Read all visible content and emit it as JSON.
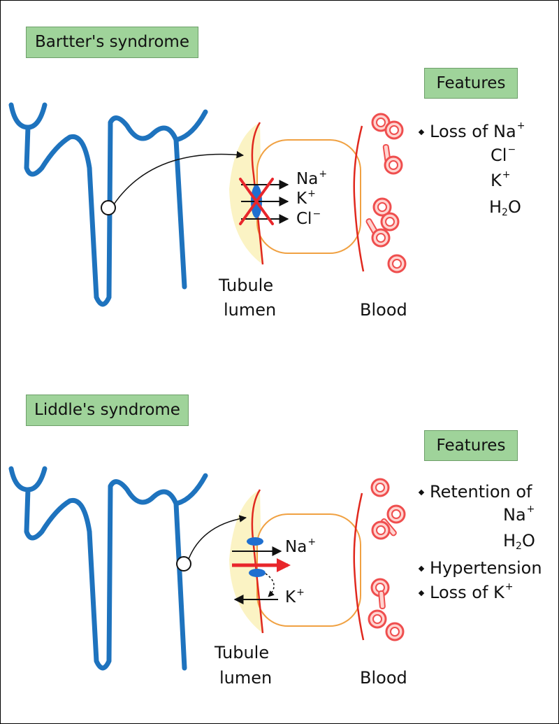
{
  "panels": {
    "bartter": {
      "title": "Bartter's syndrome",
      "features_heading": "Features",
      "feature_intro": "Loss of",
      "losses": [
        {
          "symbol": "Na",
          "sup": "+"
        },
        {
          "symbol": "Cl",
          "sup": "−"
        },
        {
          "symbol": "K",
          "sup": "+"
        }
      ],
      "water": {
        "h": "H",
        "sub": "2",
        "o": "O"
      },
      "ions": [
        {
          "symbol": "Na",
          "sup": "+"
        },
        {
          "symbol": "K",
          "sup": "+"
        },
        {
          "symbol": "Cl",
          "sup": "−"
        }
      ],
      "lumen_label_1": "Tubule",
      "lumen_label_2": "lumen",
      "blood_label": "Blood"
    },
    "liddle": {
      "title": "Liddle's syndrome",
      "features_heading": "Features",
      "feature_retention": "Retention of",
      "retention_ion": {
        "symbol": "Na",
        "sup": "+"
      },
      "water": {
        "h": "H",
        "sub": "2",
        "o": "O"
      },
      "feature_hypertension": "Hypertension",
      "feature_loss": "Loss of K",
      "feature_loss_sup": "+",
      "ion_na": {
        "symbol": "Na",
        "sup": "+"
      },
      "ion_k": {
        "symbol": "K",
        "sup": "+"
      },
      "lumen_label_1": "Tubule",
      "lumen_label_2": "lumen",
      "blood_label": "Blood"
    }
  },
  "colors": {
    "nephron": "#1e73be",
    "lumen": "#fbf3c4",
    "membrane": "#e0281e",
    "cell": "#f0a142",
    "transporter": "#1f6fd0",
    "cross": "#e8262b",
    "arrow_red": "#e8262b",
    "rbc": "#ef4e4e",
    "rbc_fill": "#ffd4d0",
    "label_box": "#9fd39a"
  }
}
